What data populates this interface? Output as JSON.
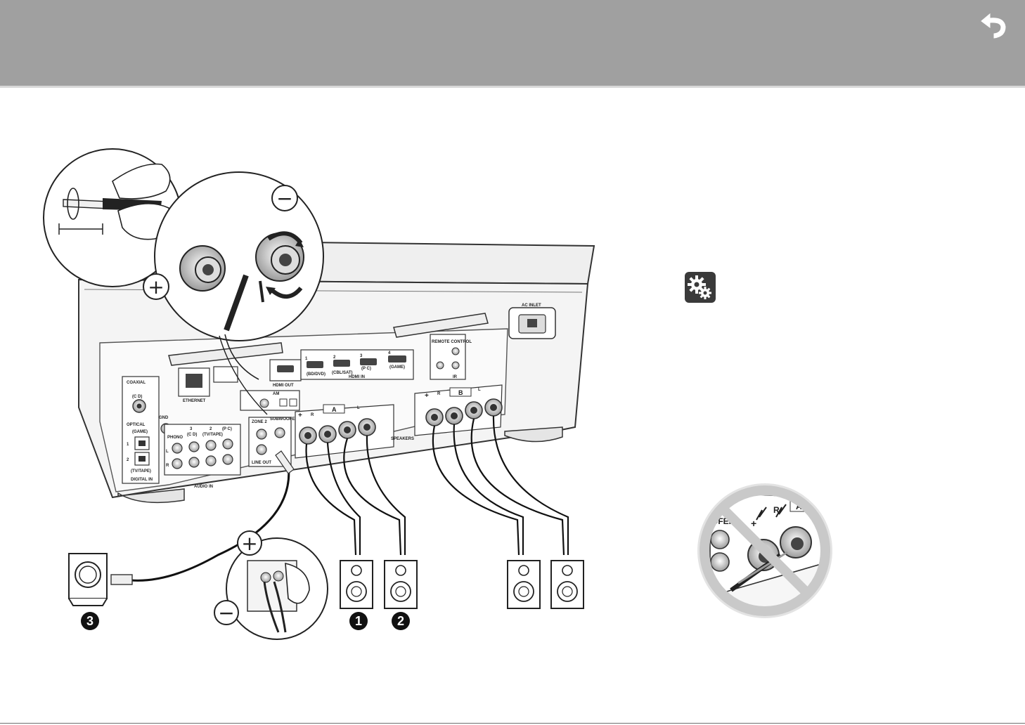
{
  "header": {
    "back_icon": "back-arrow-icon",
    "color": "#a0a0a0"
  },
  "receiver": {
    "panel_labels": {
      "ac_inlet": "AC INLET",
      "coaxial": "COAXIAL",
      "coaxial_cd": "(C D)",
      "optical": "OPTICAL",
      "optical_game": "(GAME)",
      "optical_1": "1",
      "optical_2": "2",
      "optical_tvtape": "(TV/TAPE)",
      "digital_in": "DIGITAL IN",
      "gnd": "GND",
      "phono": "PHONO",
      "audio_3": "3",
      "audio_3_cd": "(C D)",
      "audio_2": "2",
      "audio_2_tvtape": "(TV/TAPE)",
      "audio_pc": "(P C)",
      "audio_in": "AUDIO IN",
      "l": "L",
      "r": "R",
      "zone2": "ZONE 2",
      "subwoofer": "SUBWOOFER",
      "line_out": "LINE OUT",
      "ethernet": "ETHERNET",
      "hdmi_out": "HDMI OUT",
      "hdmi_in": "HDMI IN",
      "hdmi_1": "1",
      "hdmi_1_sub": "(BD/DVD)",
      "hdmi_2": "2",
      "hdmi_2_sub": "(CBL/SAT)",
      "hdmi_3": "3",
      "hdmi_3_sub": "(P C)",
      "hdmi_4": "4",
      "hdmi_4_sub": "(GAME)",
      "remote_control": "REMOTE CONTROL",
      "ir": "IR",
      "am": "AM",
      "speakers": "SPEAKERS",
      "group_a": "A",
      "group_b": "B",
      "plus": "+",
      "minus": "–"
    }
  },
  "callouts": {
    "plus_symbol": "+",
    "minus_symbol": "−"
  },
  "badges": {
    "one": "1",
    "two": "2",
    "three": "3"
  },
  "prohibited_inset": {
    "labels": {
      "ofer": "OFER",
      "r": "R",
      "a": "A",
      "plus": "+"
    }
  },
  "icons": [
    "back-arrow-icon",
    "settings-gears-icon",
    "prohibited-icon"
  ]
}
